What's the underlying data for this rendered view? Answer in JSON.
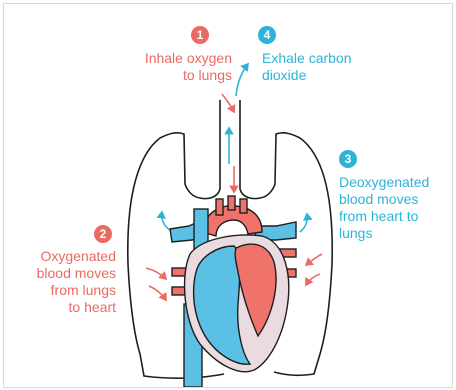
{
  "colors": {
    "oxygen_red": "#ea6a64",
    "carbon_blue": "#2eb3d8",
    "heart_blue": "#5bc0e6",
    "heart_red": "#f0736b",
    "pericardium": "#eadbe0",
    "outline": "#1e1e1e"
  },
  "steps": [
    {
      "number": "1",
      "lines": [
        "Inhale oxygen",
        "to lungs"
      ]
    },
    {
      "number": "2",
      "lines": [
        "Oxygenated",
        "blood moves",
        "from lungs",
        "to heart"
      ]
    },
    {
      "number": "3",
      "lines": [
        "Deoxygenated",
        "blood moves",
        "from heart to",
        "lungs"
      ]
    },
    {
      "number": "4",
      "lines": [
        "Exhale carbon",
        "dioxide"
      ]
    }
  ]
}
